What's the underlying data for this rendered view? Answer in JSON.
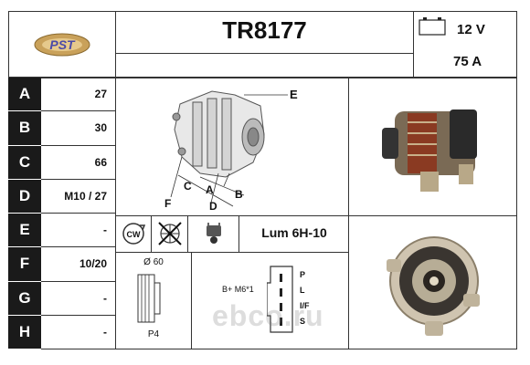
{
  "header": {
    "part_number": "TR8177",
    "voltage": "12 V",
    "amperage": "75 A",
    "logo_text": "PST"
  },
  "specs": [
    {
      "letter": "A",
      "value": "27"
    },
    {
      "letter": "B",
      "value": "30"
    },
    {
      "letter": "C",
      "value": "66"
    },
    {
      "letter": "D",
      "value": "M10 / 27"
    },
    {
      "letter": "E",
      "value": "-"
    },
    {
      "letter": "F",
      "value": "10/20"
    },
    {
      "letter": "G",
      "value": "-"
    },
    {
      "letter": "H",
      "value": "-"
    }
  ],
  "diagram_labels": {
    "e": "E",
    "f": "F",
    "c": "C",
    "a": "A",
    "b": "B",
    "d": "D"
  },
  "rotation": {
    "label": "CW"
  },
  "regulator": {
    "label": "Lum 6H-10"
  },
  "pulley": {
    "diameter": "Ø 60",
    "type": "P4"
  },
  "connector": {
    "label": "B+ M6*1",
    "pins": [
      "P",
      "L",
      "I/F",
      "S"
    ]
  },
  "watermark": "ebco.ru"
}
